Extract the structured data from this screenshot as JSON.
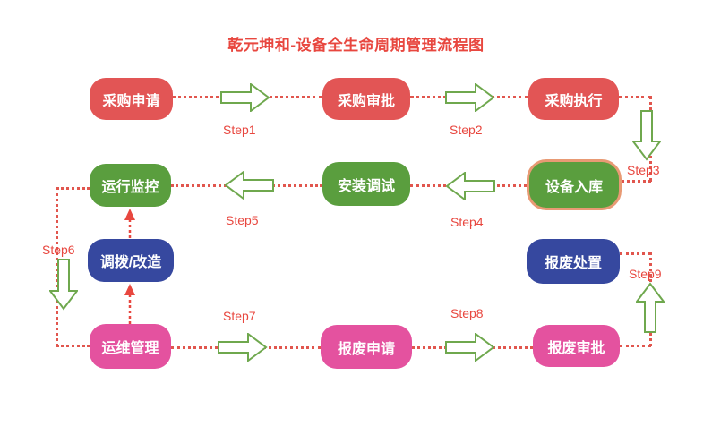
{
  "title": "乾元坤和-设备全生命周期管理流程图",
  "colors": {
    "node_red": "#e25555",
    "node_green": "#5a9e3e",
    "node_blue": "#36489f",
    "node_pink": "#e4529f",
    "accent_border": "#e89a74",
    "dotted_line": "#e1564e",
    "step_label": "#e8473f",
    "flow_arrow_stroke": "#6fa84e",
    "dashed_arrow": "#e8473f"
  },
  "nodes": [
    {
      "id": "purchase-request",
      "label": "采购申请"
    },
    {
      "id": "purchase-approval",
      "label": "采购审批"
    },
    {
      "id": "purchase-execution",
      "label": "采购执行"
    },
    {
      "id": "operation-monitoring",
      "label": "运行监控"
    },
    {
      "id": "installation-debugging",
      "label": "安装调试"
    },
    {
      "id": "equipment-storage",
      "label": "设备入库"
    },
    {
      "id": "transfer-modification",
      "label": "调拨/改造"
    },
    {
      "id": "scrap-disposal",
      "label": "报废处置"
    },
    {
      "id": "maintenance-management",
      "label": "运维管理"
    },
    {
      "id": "scrap-request",
      "label": "报废申请"
    },
    {
      "id": "scrap-approval",
      "label": "报废审批"
    }
  ],
  "steps": [
    {
      "label": "Step1"
    },
    {
      "label": "Step2"
    },
    {
      "label": "Step3"
    },
    {
      "label": "Step4"
    },
    {
      "label": "Step5"
    },
    {
      "label": "Step6"
    },
    {
      "label": "Step7"
    },
    {
      "label": "Step8"
    },
    {
      "label": "Step9"
    }
  ],
  "edges": [
    {
      "step": "Step1",
      "from": "采购申请",
      "to": "采购审批",
      "style": "dotted-arrow"
    },
    {
      "step": "Step2",
      "from": "采购审批",
      "to": "采购执行",
      "style": "dotted-arrow"
    },
    {
      "step": "Step3",
      "from": "采购执行",
      "to": "设备入库",
      "style": "dotted-arrow"
    },
    {
      "step": "Step4",
      "from": "设备入库",
      "to": "安装调试",
      "style": "dotted-arrow"
    },
    {
      "step": "Step5",
      "from": "安装调试",
      "to": "运行监控",
      "style": "dotted-arrow"
    },
    {
      "step": "Step6",
      "from": "运行监控",
      "to": "运维管理",
      "style": "dotted-arrow"
    },
    {
      "step": "Step7",
      "from": "运维管理",
      "to": "报废申请",
      "style": "dotted-arrow"
    },
    {
      "step": "Step8",
      "from": "报废申请",
      "to": "报废审批",
      "style": "dotted-arrow"
    },
    {
      "step": "Step9",
      "from": "报废审批",
      "to": "报废处置",
      "style": "dotted-arrow"
    },
    {
      "step": "",
      "from": "运维管理",
      "to": "调拨/改造",
      "style": "red-dashed-up-arrow"
    },
    {
      "step": "",
      "from": "调拨/改造",
      "to": "运行监控",
      "style": "red-dashed-up-arrow"
    }
  ]
}
